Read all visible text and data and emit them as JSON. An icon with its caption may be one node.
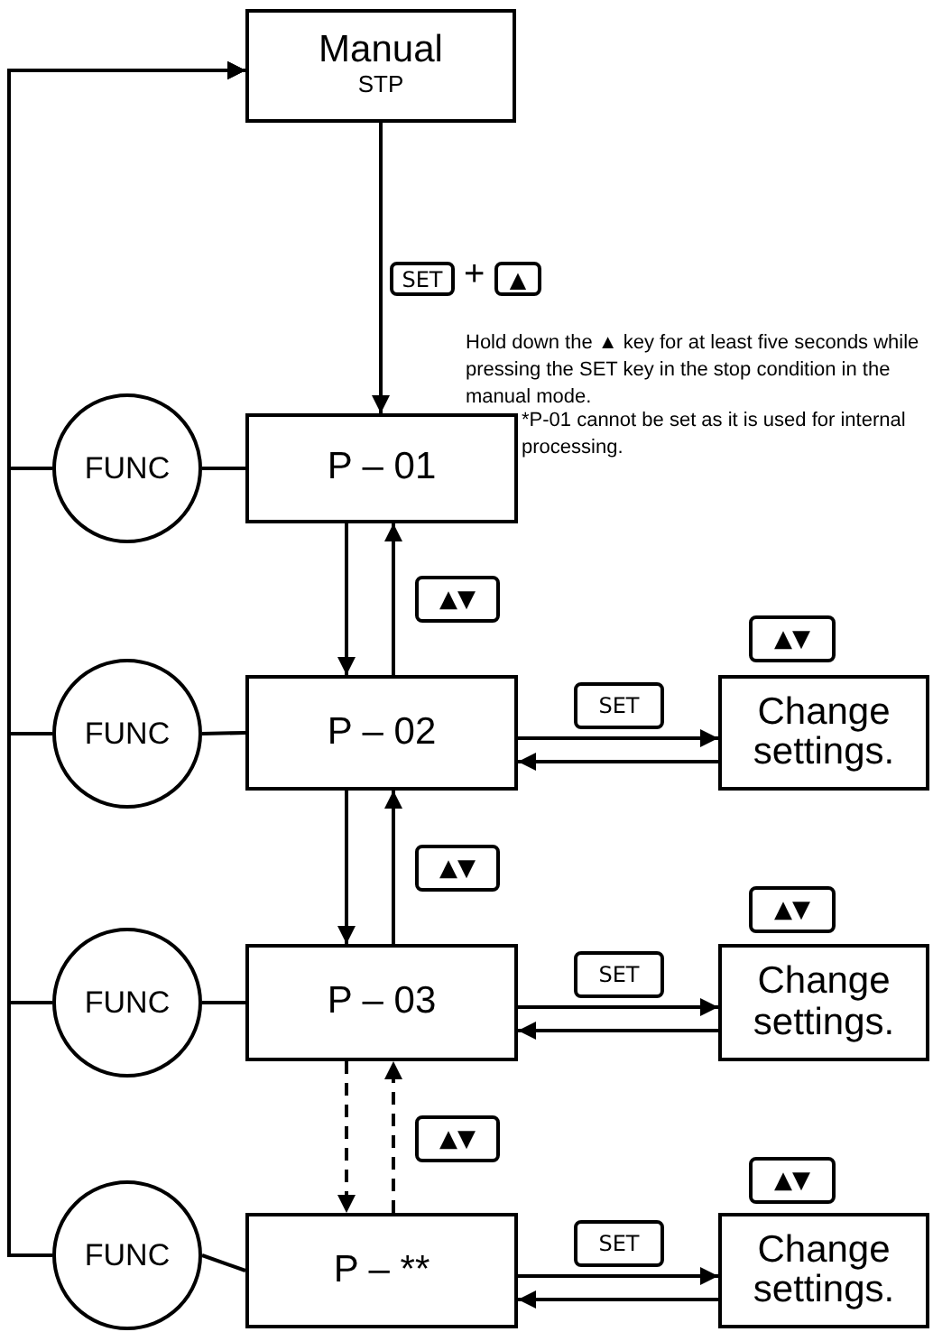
{
  "diagram": {
    "nodes": [
      {
        "text": [
          "Manual",
          "STP"
        ]
      },
      {
        "text": [
          "FUNC"
        ]
      },
      {
        "text": [
          "P – 01"
        ]
      },
      {
        "text": [
          "FUNC"
        ]
      },
      {
        "text": [
          "P – 02"
        ]
      },
      {
        "text": [
          "Change settings."
        ]
      },
      {
        "text": [
          "FUNC"
        ]
      },
      {
        "text": [
          "P – 03"
        ]
      },
      {
        "text": [
          "Change settings."
        ]
      },
      {
        "text": [
          "FUNC"
        ]
      },
      {
        "text": [
          "P – **"
        ]
      },
      {
        "text": [
          "Change settings."
        ]
      }
    ],
    "edges": [
      {
        "from": 0,
        "to": 2,
        "arrow": "to"
      },
      {
        "from": 2,
        "to": 1,
        "arrow": "none"
      },
      {
        "from": 1,
        "to": 0,
        "arrow": "to"
      },
      {
        "from": 2,
        "to": 4,
        "arrow": "to"
      },
      {
        "from": 4,
        "to": 2,
        "arrow": "to"
      },
      {
        "from": 4,
        "to": 3,
        "arrow": "none"
      },
      {
        "from": 3,
        "to": 0,
        "arrow": "to"
      },
      {
        "from": 4,
        "to": 5,
        "arrow": "to",
        "label": "SET"
      },
      {
        "from": 5,
        "to": 4,
        "arrow": "to"
      },
      {
        "from": 4,
        "to": 7,
        "arrow": "to"
      },
      {
        "from": 7,
        "to": 4,
        "arrow": "to"
      },
      {
        "from": 7,
        "to": 6,
        "arrow": "none"
      },
      {
        "from": 6,
        "to": 0,
        "arrow": "to"
      },
      {
        "from": 7,
        "to": 8,
        "arrow": "to",
        "label": "SET"
      },
      {
        "from": 8,
        "to": 7,
        "arrow": "to"
      },
      {
        "from": 7,
        "to": 10,
        "arrow": "to",
        "style": "dashed"
      },
      {
        "from": 10,
        "to": 7,
        "arrow": "to",
        "style": "dashed"
      },
      {
        "from": 10,
        "to": 9,
        "arrow": "none"
      },
      {
        "from": 9,
        "to": 0,
        "arrow": "to"
      },
      {
        "from": 10,
        "to": 11,
        "arrow": "to",
        "label": "SET"
      },
      {
        "from": 11,
        "to": 10,
        "arrow": "to"
      }
    ],
    "labels": [
      "SET",
      "+",
      "▲",
      "Hold down the ▲ key for at least five seconds while pressing the SET key in the stop condition in the manual mode.",
      "*P-01 cannot be set as it is used for internal processing.",
      "▲▼",
      "▲▼",
      "▲▼",
      "▲▼",
      "▲▼",
      "▲▼"
    ]
  }
}
